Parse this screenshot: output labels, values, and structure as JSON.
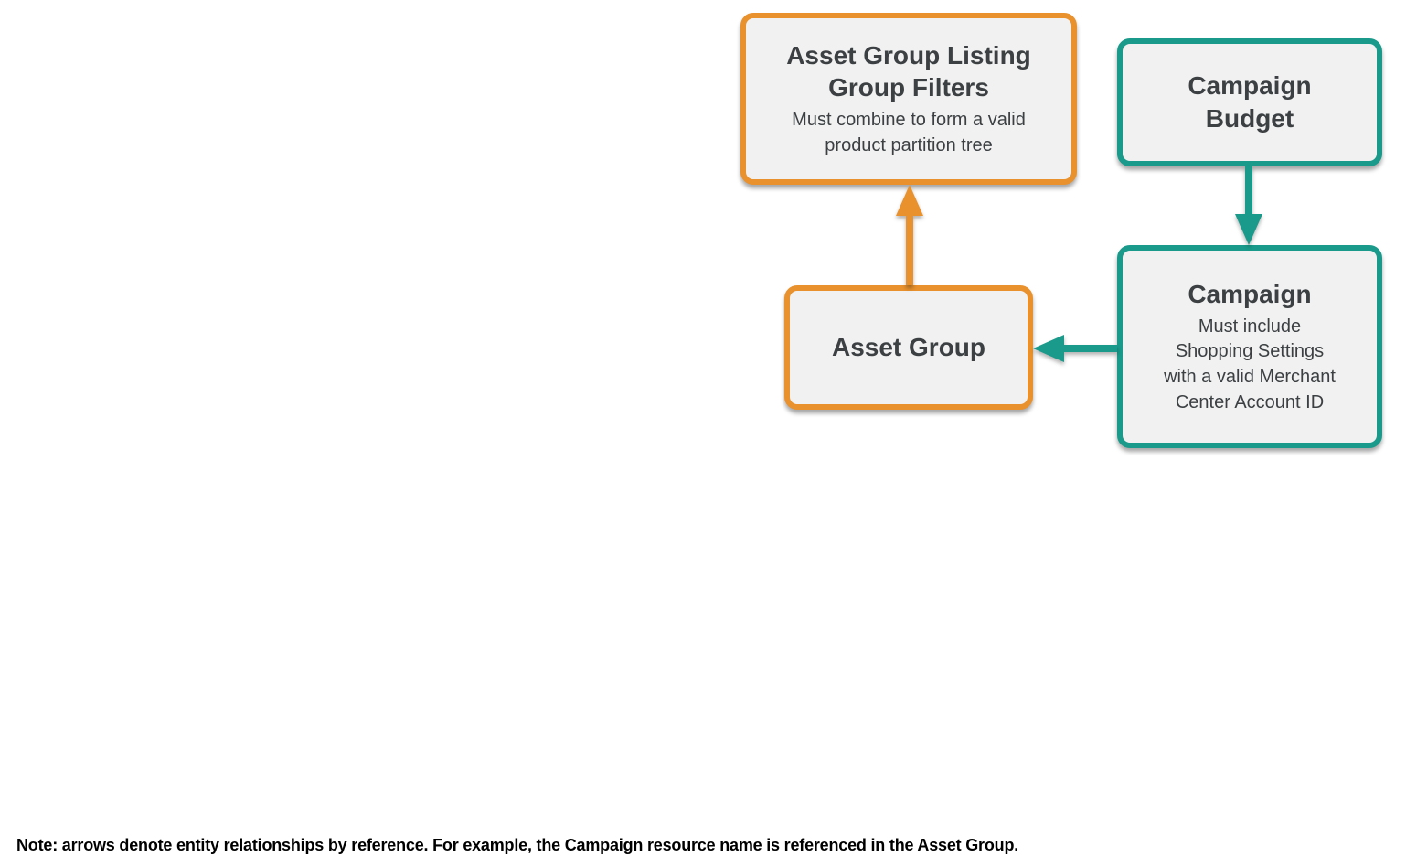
{
  "diagram": {
    "nodes": [
      {
        "id": "asset-group-listing-group-filters",
        "title": "Asset Group Listing\nGroup Filters",
        "subtitle": "Must combine to form a valid\nproduct partition tree",
        "color": "orange"
      },
      {
        "id": "campaign-budget",
        "title": "Campaign\nBudget",
        "subtitle": "",
        "color": "teal"
      },
      {
        "id": "campaign",
        "title": "Campaign",
        "subtitle": "Must include\nShopping Settings\nwith a valid Merchant\nCenter Account ID",
        "color": "teal"
      },
      {
        "id": "asset-group",
        "title": "Asset Group",
        "subtitle": "",
        "color": "orange"
      }
    ],
    "edges": [
      {
        "from": "asset-group",
        "to": "asset-group-listing-group-filters",
        "color": "orange",
        "direction": "up"
      },
      {
        "from": "campaign-budget",
        "to": "campaign",
        "color": "teal",
        "direction": "down"
      },
      {
        "from": "campaign",
        "to": "asset-group",
        "color": "teal",
        "direction": "left"
      }
    ],
    "colors": {
      "orange": "#E8912D",
      "teal": "#1A9A8A",
      "box_fill": "#F1F1F1",
      "text": "#3C4043",
      "note": "#000000"
    }
  },
  "note": "Note: arrows denote entity relationships by reference. For example, the Campaign resource name is referenced in the Asset Group."
}
